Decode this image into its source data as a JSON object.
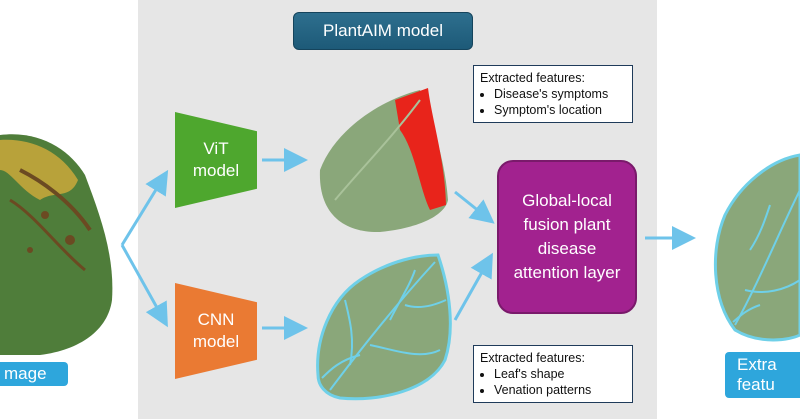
{
  "title": "PlantAIM model",
  "vit_label": "ViT\nmodel",
  "cnn_label": "CNN\nmodel",
  "fusion_label": "Global-local fusion plant disease attention layer",
  "features_top": {
    "heading": "Extracted features:",
    "items": [
      "Disease's symptoms",
      "Symptom's location"
    ]
  },
  "features_bottom": {
    "heading": "Extracted features:",
    "items": [
      "Leaf's shape",
      "Venation patterns"
    ]
  },
  "input_label": "mage",
  "output_label_line1": "Extra",
  "output_label_line2": "featu",
  "colors": {
    "vit": "#4ea72e",
    "cnn": "#ea7a33",
    "fusion": "#a2228f",
    "title": "#1d5a78",
    "arrow": "#6ec3ea",
    "label": "#2ea6dc"
  }
}
